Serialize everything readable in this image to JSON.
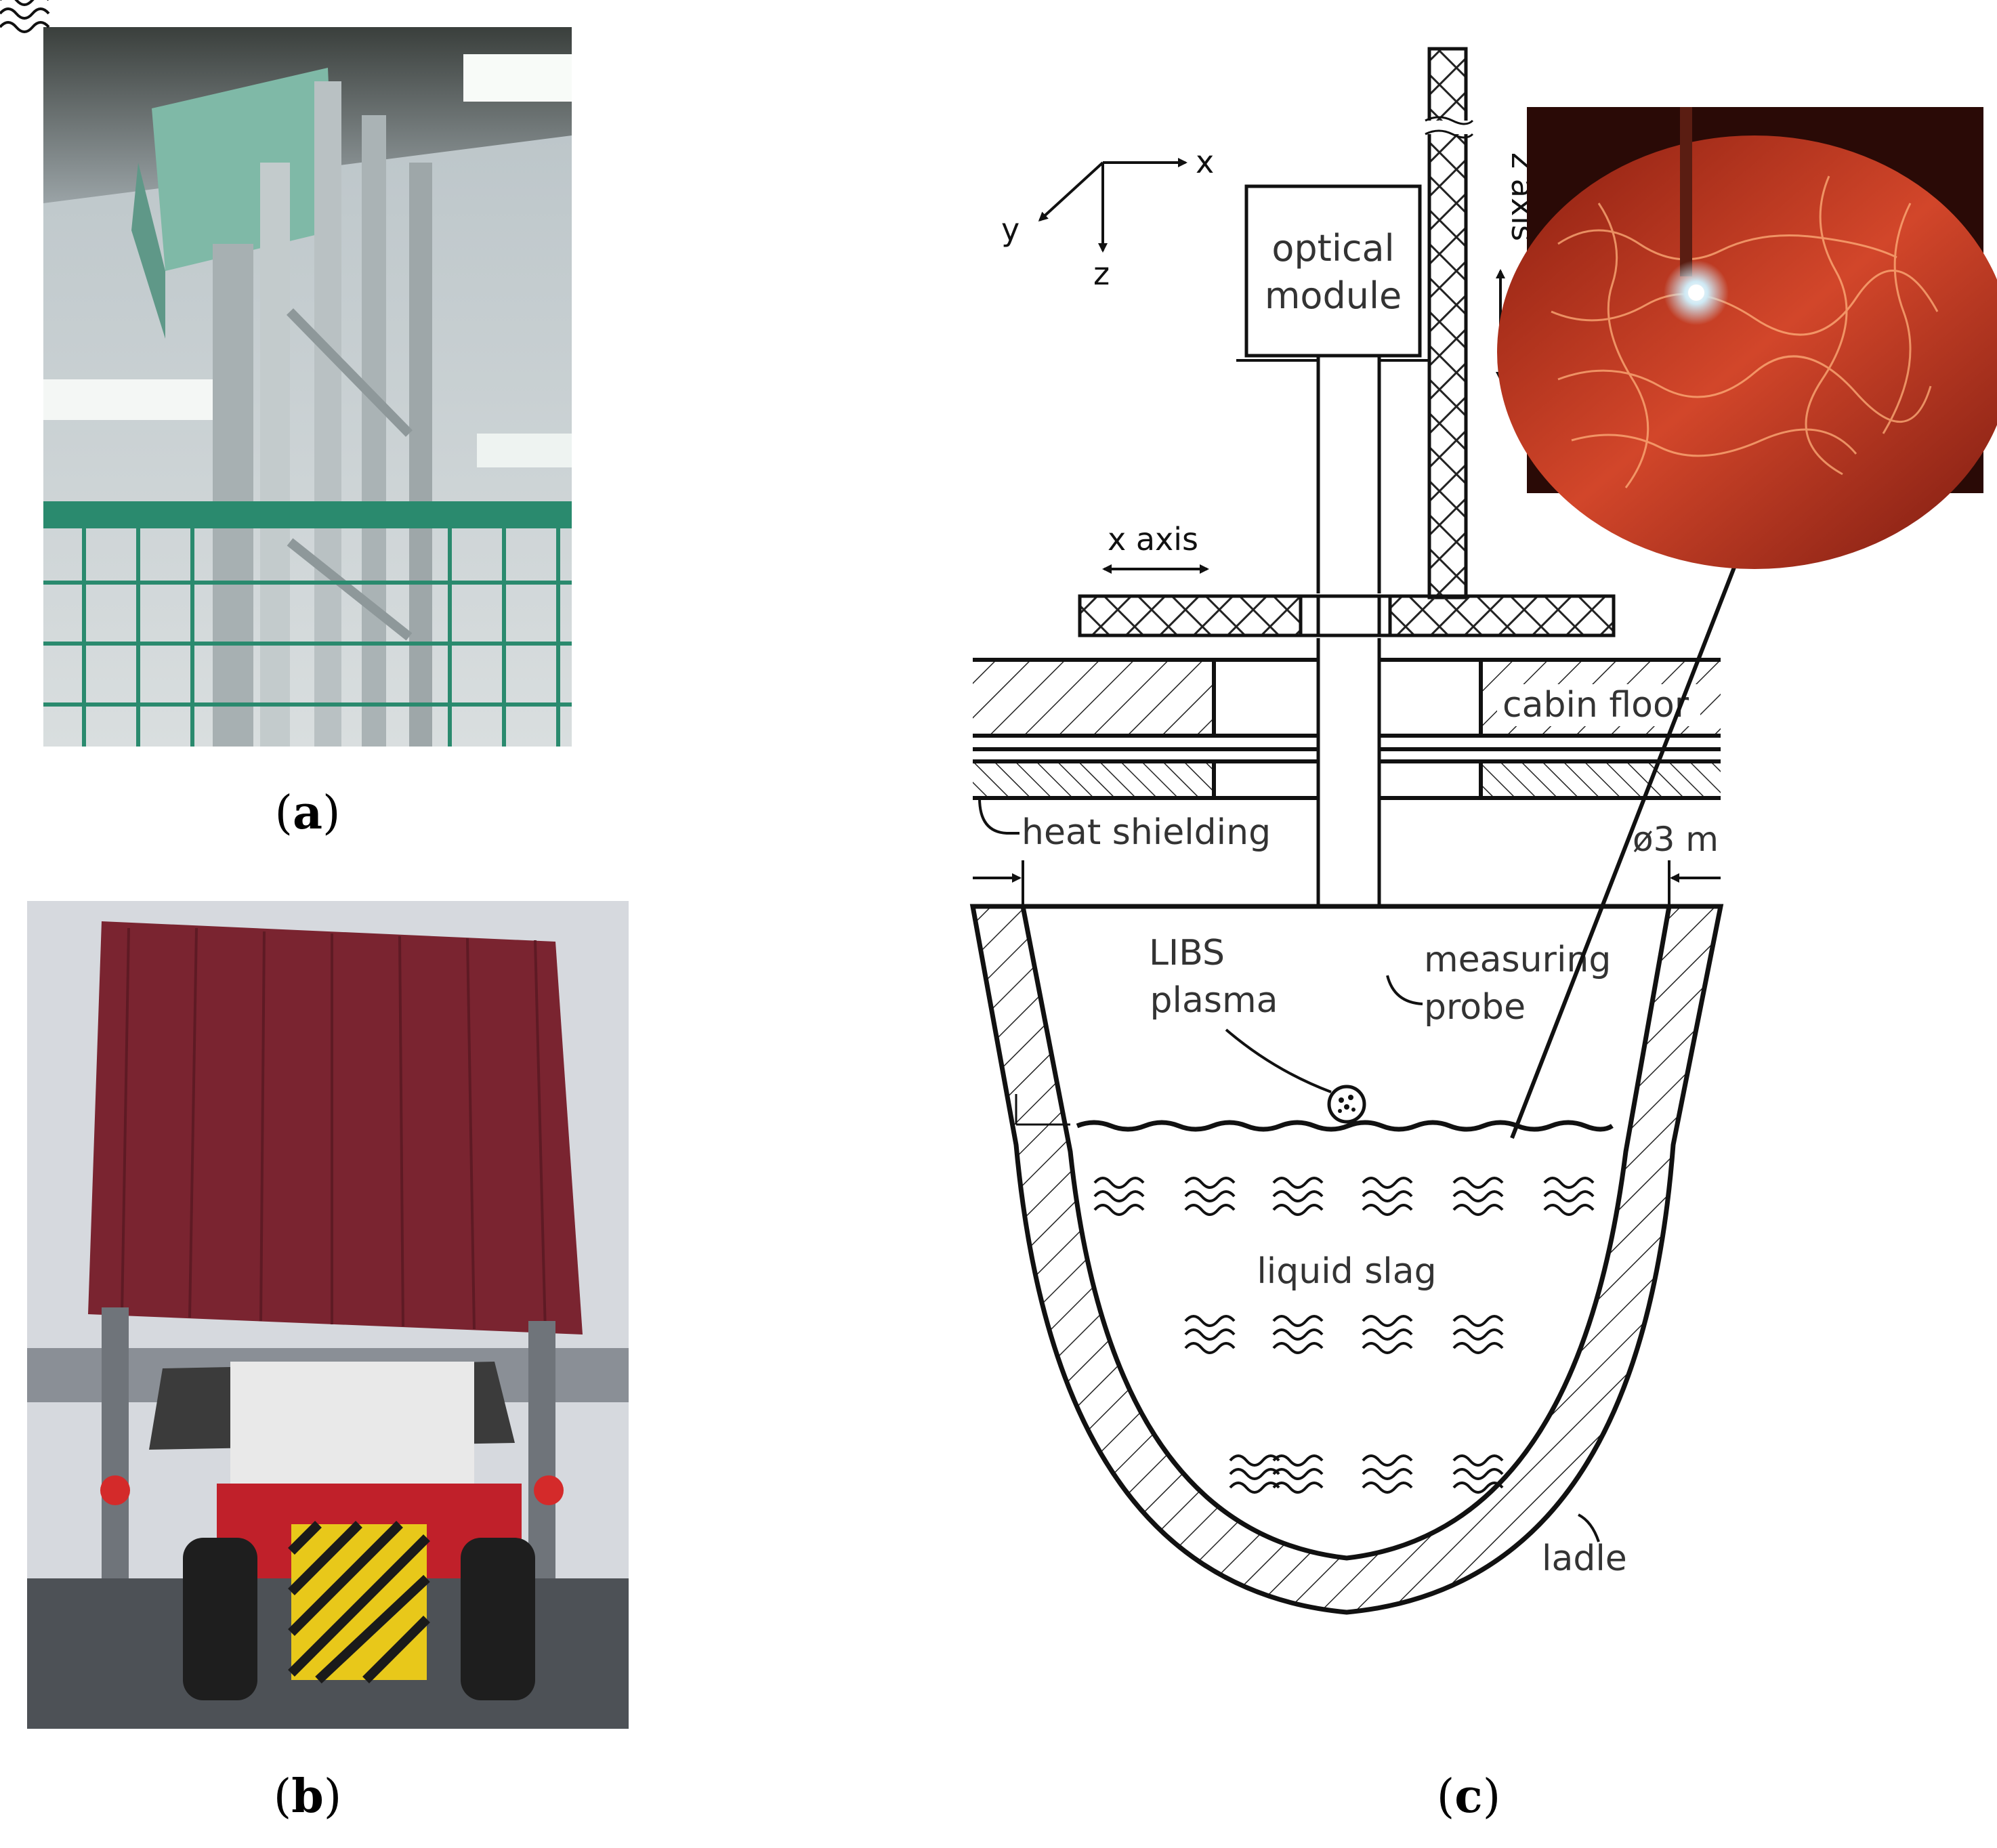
{
  "captions": {
    "a": "a",
    "b": "b",
    "c": "c"
  },
  "diagram": {
    "labels": {
      "optical_module_1": "optical",
      "optical_module_2": "module",
      "z_axis": "z axis",
      "x_axis": "x axis",
      "cabin_floor": "cabin floor",
      "heat_shielding": "heat shielding",
      "diameter": "ø3 m",
      "libs_1": "LIBS",
      "libs_2": "plasma",
      "probe_1": "measuring",
      "probe_2": "probe",
      "liquid_slag": "liquid slag",
      "ladle": "ladle",
      "axis_x": "x",
      "axis_y": "y",
      "axis_z": "z"
    }
  },
  "colors": {
    "frame_green": "#2a8a6e",
    "ceiling_gray": "#c9ced2",
    "cabin_red": "#7a2430",
    "truck_red": "#c0202a",
    "hazard_yellow": "#e8c81a",
    "slag_orange": "#d2462a"
  }
}
